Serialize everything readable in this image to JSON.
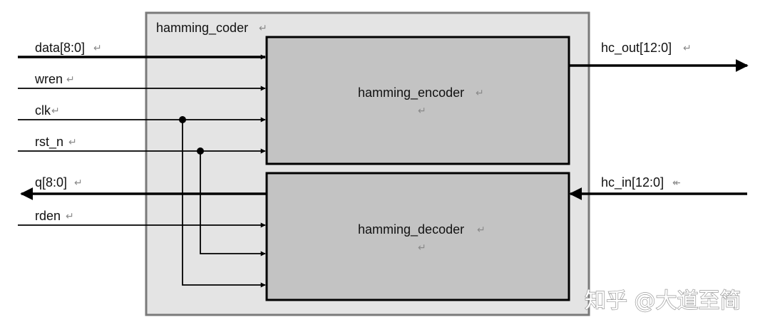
{
  "outer_block": {
    "label": "hamming_coder"
  },
  "encoder": {
    "label": "hamming_encoder"
  },
  "decoder": {
    "label": "hamming_decoder"
  },
  "inputs": {
    "data": "data[8:0]",
    "wren": "wren",
    "clk": "clk",
    "rst_n": "rst_n",
    "rden": "rden"
  },
  "outputs": {
    "q": "q[8:0]"
  },
  "right_ports": {
    "hc_out": "hc_out[12:0]",
    "hc_in": "hc_in[12:0]"
  },
  "para_mark": "↵",
  "para_mark_alt": "↞",
  "watermark": "知乎 @大道至简",
  "colors": {
    "outer_fill": "#e4e4e4",
    "outer_stroke": "#7a7a7a",
    "block_fill": "#c3c3c3",
    "block_stroke": "#000000",
    "wire": "#000000"
  }
}
